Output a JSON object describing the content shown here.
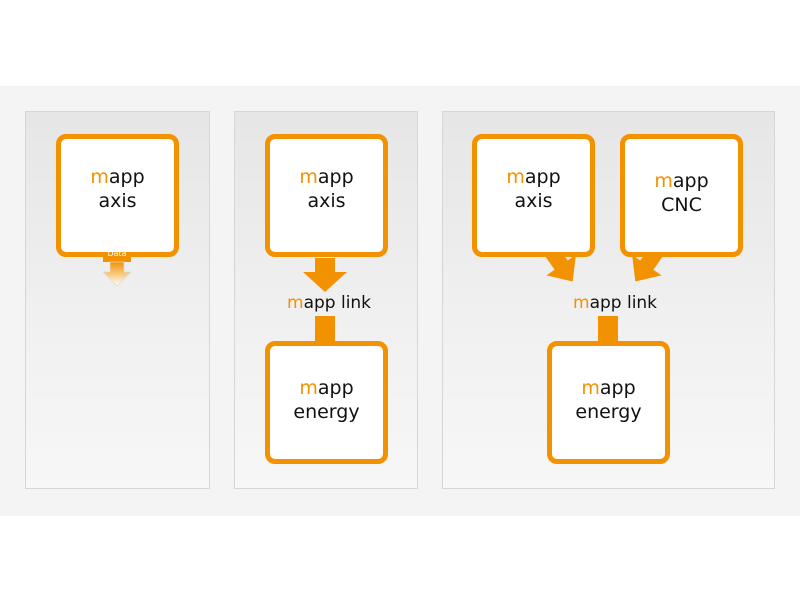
{
  "panels": [
    {
      "blocks": [
        {
          "prefix": "m",
          "rest": "app",
          "name": "axis"
        }
      ],
      "data_label": "Data"
    },
    {
      "blocks": [
        {
          "prefix": "m",
          "rest": "app",
          "name": "axis"
        },
        {
          "prefix": "m",
          "rest": "app",
          "name": "energy"
        }
      ],
      "link": {
        "prefix": "m",
        "rest": "app link"
      }
    },
    {
      "blocks": [
        {
          "prefix": "m",
          "rest": "app",
          "name": "axis"
        },
        {
          "prefix": "m",
          "rest": "app",
          "name": "CNC"
        },
        {
          "prefix": "m",
          "rest": "app",
          "name": "energy"
        }
      ],
      "link": {
        "prefix": "m",
        "rest": "app link"
      }
    }
  ],
  "colors": {
    "accent": "#f39200",
    "panel_bg": "#ececec",
    "text": "#111111"
  }
}
